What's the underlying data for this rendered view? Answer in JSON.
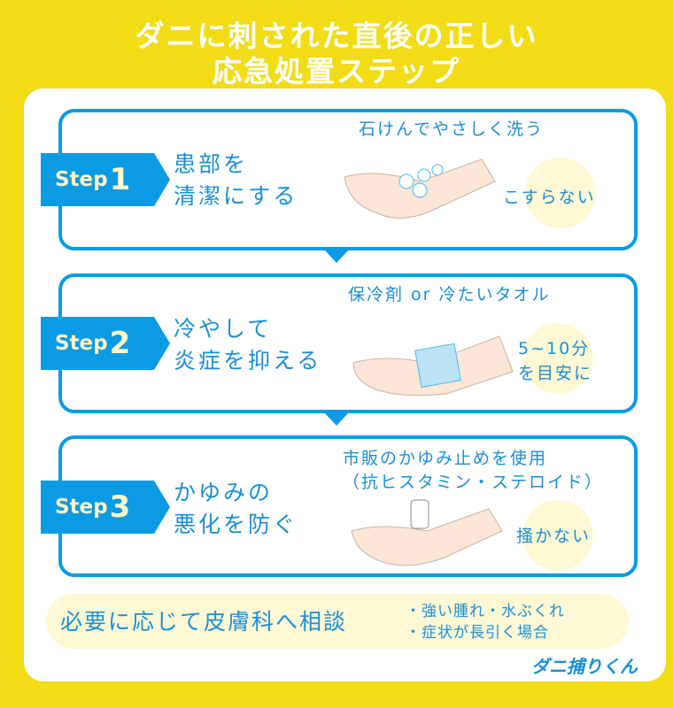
{
  "title": {
    "line1": "ダニに刺された直後の正しい",
    "line2": "応急処置ステップ"
  },
  "colors": {
    "background": "#F2DC16",
    "accent": "#0A9BE4",
    "text": "#1A8FD6",
    "tag_text": "#FFF7C8",
    "highlight": "#FFF8D4"
  },
  "steps": [
    {
      "word": "Step",
      "num": "1",
      "head1": "患部を",
      "head2": "清潔にする",
      "note_top": "石けんでやさしく洗う",
      "note_side1": "こすらない",
      "note_side2": "",
      "illustration": "washing-leg-with-soap"
    },
    {
      "word": "Step",
      "num": "2",
      "head1": "冷やして",
      "head2": "炎症を抑える",
      "note_top": "保冷剤 or 冷たいタオル",
      "note_side1": "5~10分",
      "note_side2": "を目安に",
      "illustration": "cold-pack-on-leg"
    },
    {
      "word": "Step",
      "num": "3",
      "head1": "かゆみの",
      "head2": "悪化を防ぐ",
      "note_top": "市販のかゆみ止めを使用",
      "note_top2": "（抗ヒスタミン・ステロイド）",
      "note_side1": "掻かない",
      "note_side2": "",
      "illustration": "applying-cream-to-leg"
    }
  ],
  "footer": {
    "main": "必要に応じて皮膚科へ相談",
    "items": [
      "・強い腫れ・水ぶくれ",
      "・症状が長引く場合"
    ],
    "brand": "ダニ捕りくん"
  }
}
